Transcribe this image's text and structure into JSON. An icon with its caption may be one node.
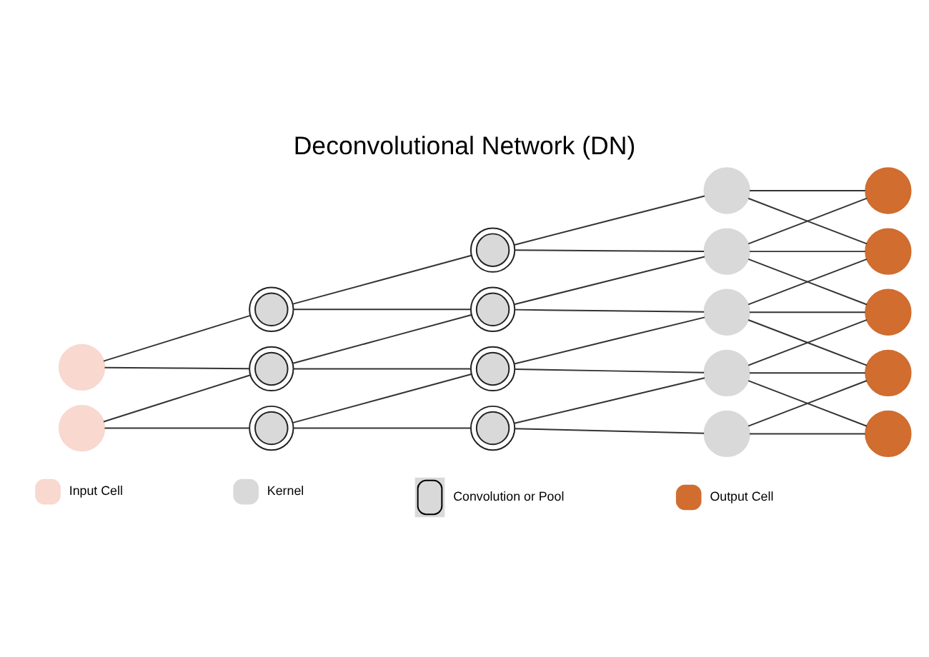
{
  "diagram": {
    "title": "Deconvolutional Network (DN)",
    "nodes": [
      {
        "text": [],
        "shape": "circle"
      },
      {
        "text": [],
        "shape": "circle"
      },
      {
        "text": [],
        "shape": "circle"
      },
      {
        "text": [],
        "shape": "circle"
      },
      {
        "text": [],
        "shape": "circle"
      },
      {
        "text": [],
        "shape": "circle"
      },
      {
        "text": [],
        "shape": "circle"
      },
      {
        "text": [],
        "shape": "circle"
      },
      {
        "text": [],
        "shape": "circle"
      },
      {
        "text": [],
        "shape": "circle"
      },
      {
        "text": [],
        "shape": "circle"
      },
      {
        "text": [],
        "shape": "circle"
      },
      {
        "text": [],
        "shape": "circle"
      },
      {
        "text": [],
        "shape": "circle"
      },
      {
        "text": [],
        "shape": "circle"
      },
      {
        "text": [],
        "shape": "circle"
      },
      {
        "text": [],
        "shape": "circle"
      },
      {
        "text": [],
        "shape": "circle"
      },
      {
        "text": [],
        "shape": "circle"
      }
    ],
    "edges": [
      {
        "from": 0,
        "to": 2,
        "arrow": "none"
      },
      {
        "from": 0,
        "to": 3,
        "arrow": "none"
      },
      {
        "from": 1,
        "to": 3,
        "arrow": "none"
      },
      {
        "from": 1,
        "to": 4,
        "arrow": "none"
      },
      {
        "from": 2,
        "to": 5,
        "arrow": "none"
      },
      {
        "from": 2,
        "to": 6,
        "arrow": "none"
      },
      {
        "from": 3,
        "to": 6,
        "arrow": "none"
      },
      {
        "from": 3,
        "to": 7,
        "arrow": "none"
      },
      {
        "from": 4,
        "to": 7,
        "arrow": "none"
      },
      {
        "from": 4,
        "to": 8,
        "arrow": "none"
      },
      {
        "from": 5,
        "to": 9,
        "arrow": "none"
      },
      {
        "from": 5,
        "to": 10,
        "arrow": "none"
      },
      {
        "from": 6,
        "to": 10,
        "arrow": "none"
      },
      {
        "from": 6,
        "to": 11,
        "arrow": "none"
      },
      {
        "from": 7,
        "to": 11,
        "arrow": "none"
      },
      {
        "from": 7,
        "to": 12,
        "arrow": "none"
      },
      {
        "from": 8,
        "to": 12,
        "arrow": "none"
      },
      {
        "from": 8,
        "to": 13,
        "arrow": "none"
      },
      {
        "from": 9,
        "to": 14,
        "arrow": "none"
      },
      {
        "from": 9,
        "to": 15,
        "arrow": "none"
      },
      {
        "from": 10,
        "to": 14,
        "arrow": "none"
      },
      {
        "from": 10,
        "to": 15,
        "arrow": "none"
      },
      {
        "from": 10,
        "to": 16,
        "arrow": "none"
      },
      {
        "from": 11,
        "to": 15,
        "arrow": "none"
      },
      {
        "from": 11,
        "to": 16,
        "arrow": "none"
      },
      {
        "from": 11,
        "to": 17,
        "arrow": "none"
      },
      {
        "from": 12,
        "to": 16,
        "arrow": "none"
      },
      {
        "from": 12,
        "to": 17,
        "arrow": "none"
      },
      {
        "from": 12,
        "to": 18,
        "arrow": "none"
      },
      {
        "from": 13,
        "to": 17,
        "arrow": "none"
      },
      {
        "from": 13,
        "to": 18,
        "arrow": "none"
      }
    ],
    "legend": [
      {
        "text": "Input Cell",
        "color": "#f8d8cf"
      },
      {
        "text": "Kernel",
        "color": "#d9d9d9"
      },
      {
        "text": "Convolution or Pool"
      },
      {
        "text": "Output Cell",
        "color": "#d06d2f"
      }
    ]
  }
}
